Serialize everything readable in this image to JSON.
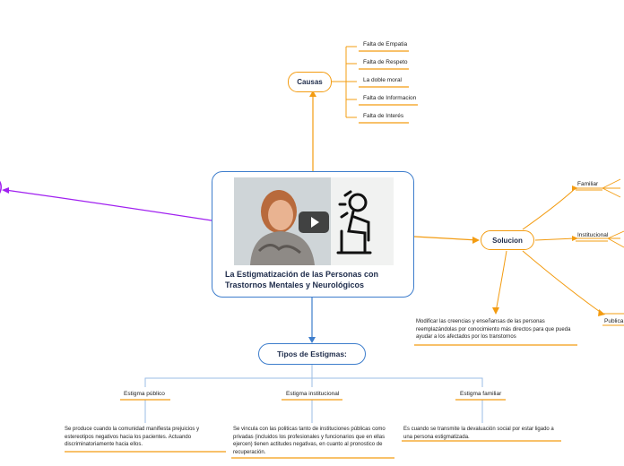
{
  "colors": {
    "central_border": "#3d7dcc",
    "causas_branch": "#f39c12",
    "solucion_branch": "#f39c12",
    "tipos_branch": "#3d7dcc",
    "left_branch": "#a020f0",
    "tipos_sub": "#9bbde6",
    "tipos_underline": "#f39c12"
  },
  "central": {
    "title": "La Estigmatización de las Personas con Trastornos Mentales y Neurológicos",
    "media_icon": "video-thumbnail",
    "play_icon": "play-icon"
  },
  "causas": {
    "label": "Causas",
    "items": [
      "Falta de Empatia",
      "Falta de Respeto",
      "La doble moral",
      "Falta de Informacion",
      "Falta de Interés"
    ]
  },
  "solucion": {
    "label": "Solucion",
    "items": [
      "Familiar",
      "Institucional",
      "Publica"
    ],
    "description": "Modificar las creencias y enseñansas de las personas reemplazándolas por conocimiento más directos para que pueda ayudar a los afectados por los transtornos"
  },
  "tipos": {
    "label": "Tipos de Estigmas:",
    "items": [
      {
        "title": "Estigma público",
        "description": "Se produce cuando la comunidad manifiesta prejuicios y estereotipos negativos hacia los pacientes. Actuando discriminatoriamente hacia ellos."
      },
      {
        "title": "Estigma institucional",
        "description": "Se vincula con las politicas tanto de instituciones públicas como privadas (incluidos los profesionales y funcionarios que en ellas ejercen) tienen actitudes negativas, en cuanto al pronostico de recuperación."
      },
      {
        "title": "Estigma familiar",
        "description": "Es cuando se transmite la devaluación social por estar ligado a una persona estigmatizada."
      }
    ]
  }
}
